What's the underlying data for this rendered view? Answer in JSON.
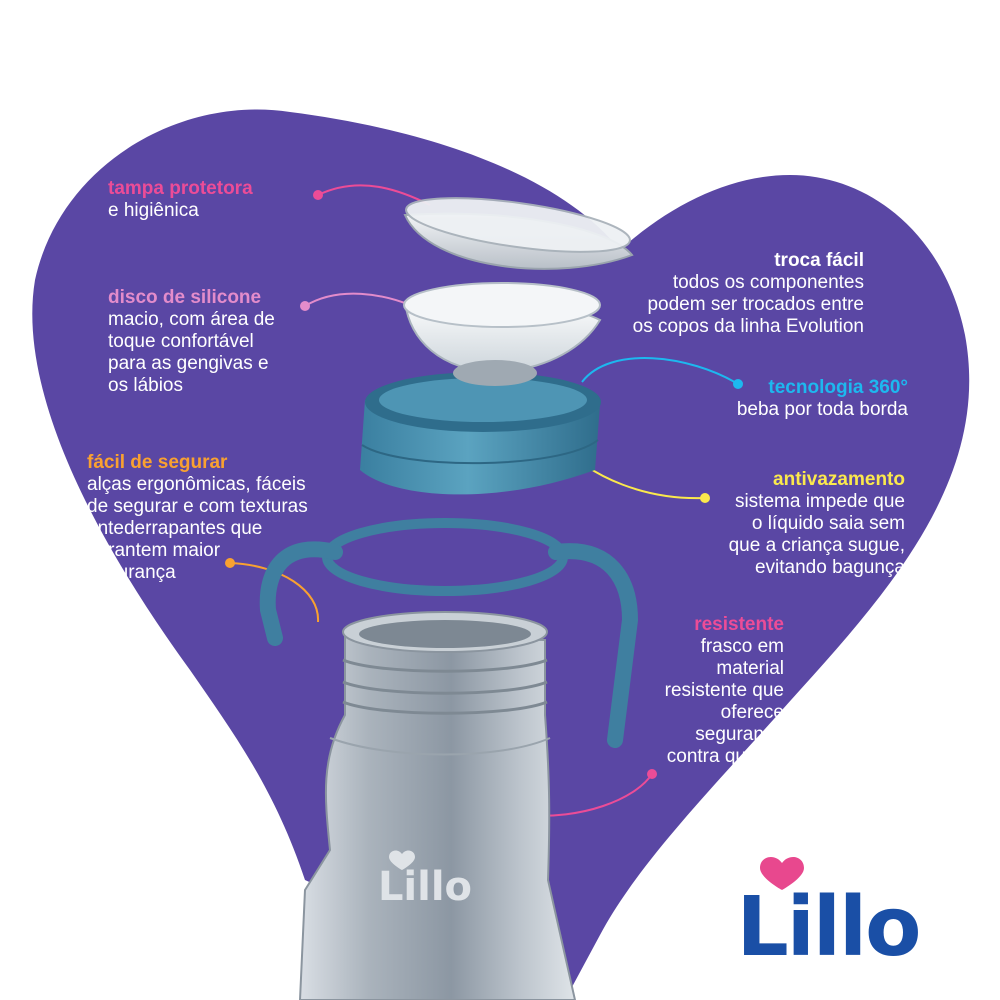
{
  "background_color": "#ffffff",
  "heart_color": "#5a47a4",
  "callouts": {
    "tampa": {
      "title": "tampa protetora",
      "body": "e higiênica",
      "color": "#ec4c97"
    },
    "disco": {
      "title": "disco de silicone",
      "body": "macio, com área de\ntoque confortável\npara as gengivas e\nos lábios",
      "color": "#e38ccb"
    },
    "facil": {
      "title": "fácil de segurar",
      "body": "alças ergonômicas, fáceis\nde segurar e com texturas\nantederrapantes que\ngarantem maior\nsegurança",
      "color": "#f9a130"
    },
    "troca": {
      "title": "troca fácil",
      "body": "todos os componentes\npodem ser trocados entre\nos copos da linha Evolution",
      "color": "#ffffff"
    },
    "tecnologia": {
      "title": "tecnologia 360°",
      "body": "beba por toda borda",
      "color": "#1db8ef"
    },
    "antivaz": {
      "title": "antivazamento",
      "body": "sistema impede que\no líquido saia sem\nque a criança sugue,\nevitando bagunça",
      "color": "#fbe94c"
    },
    "resistente": {
      "title": "resistente",
      "body": "frasco em\nmaterial\nresistente que\noferece\nsegurança\ncontra quebra",
      "color": "#ec4c97"
    }
  },
  "bottle_logo_text": "Lillo",
  "brand": {
    "name": "Lillo",
    "color": "#1a4fa6",
    "heart_color": "#e8488e"
  }
}
